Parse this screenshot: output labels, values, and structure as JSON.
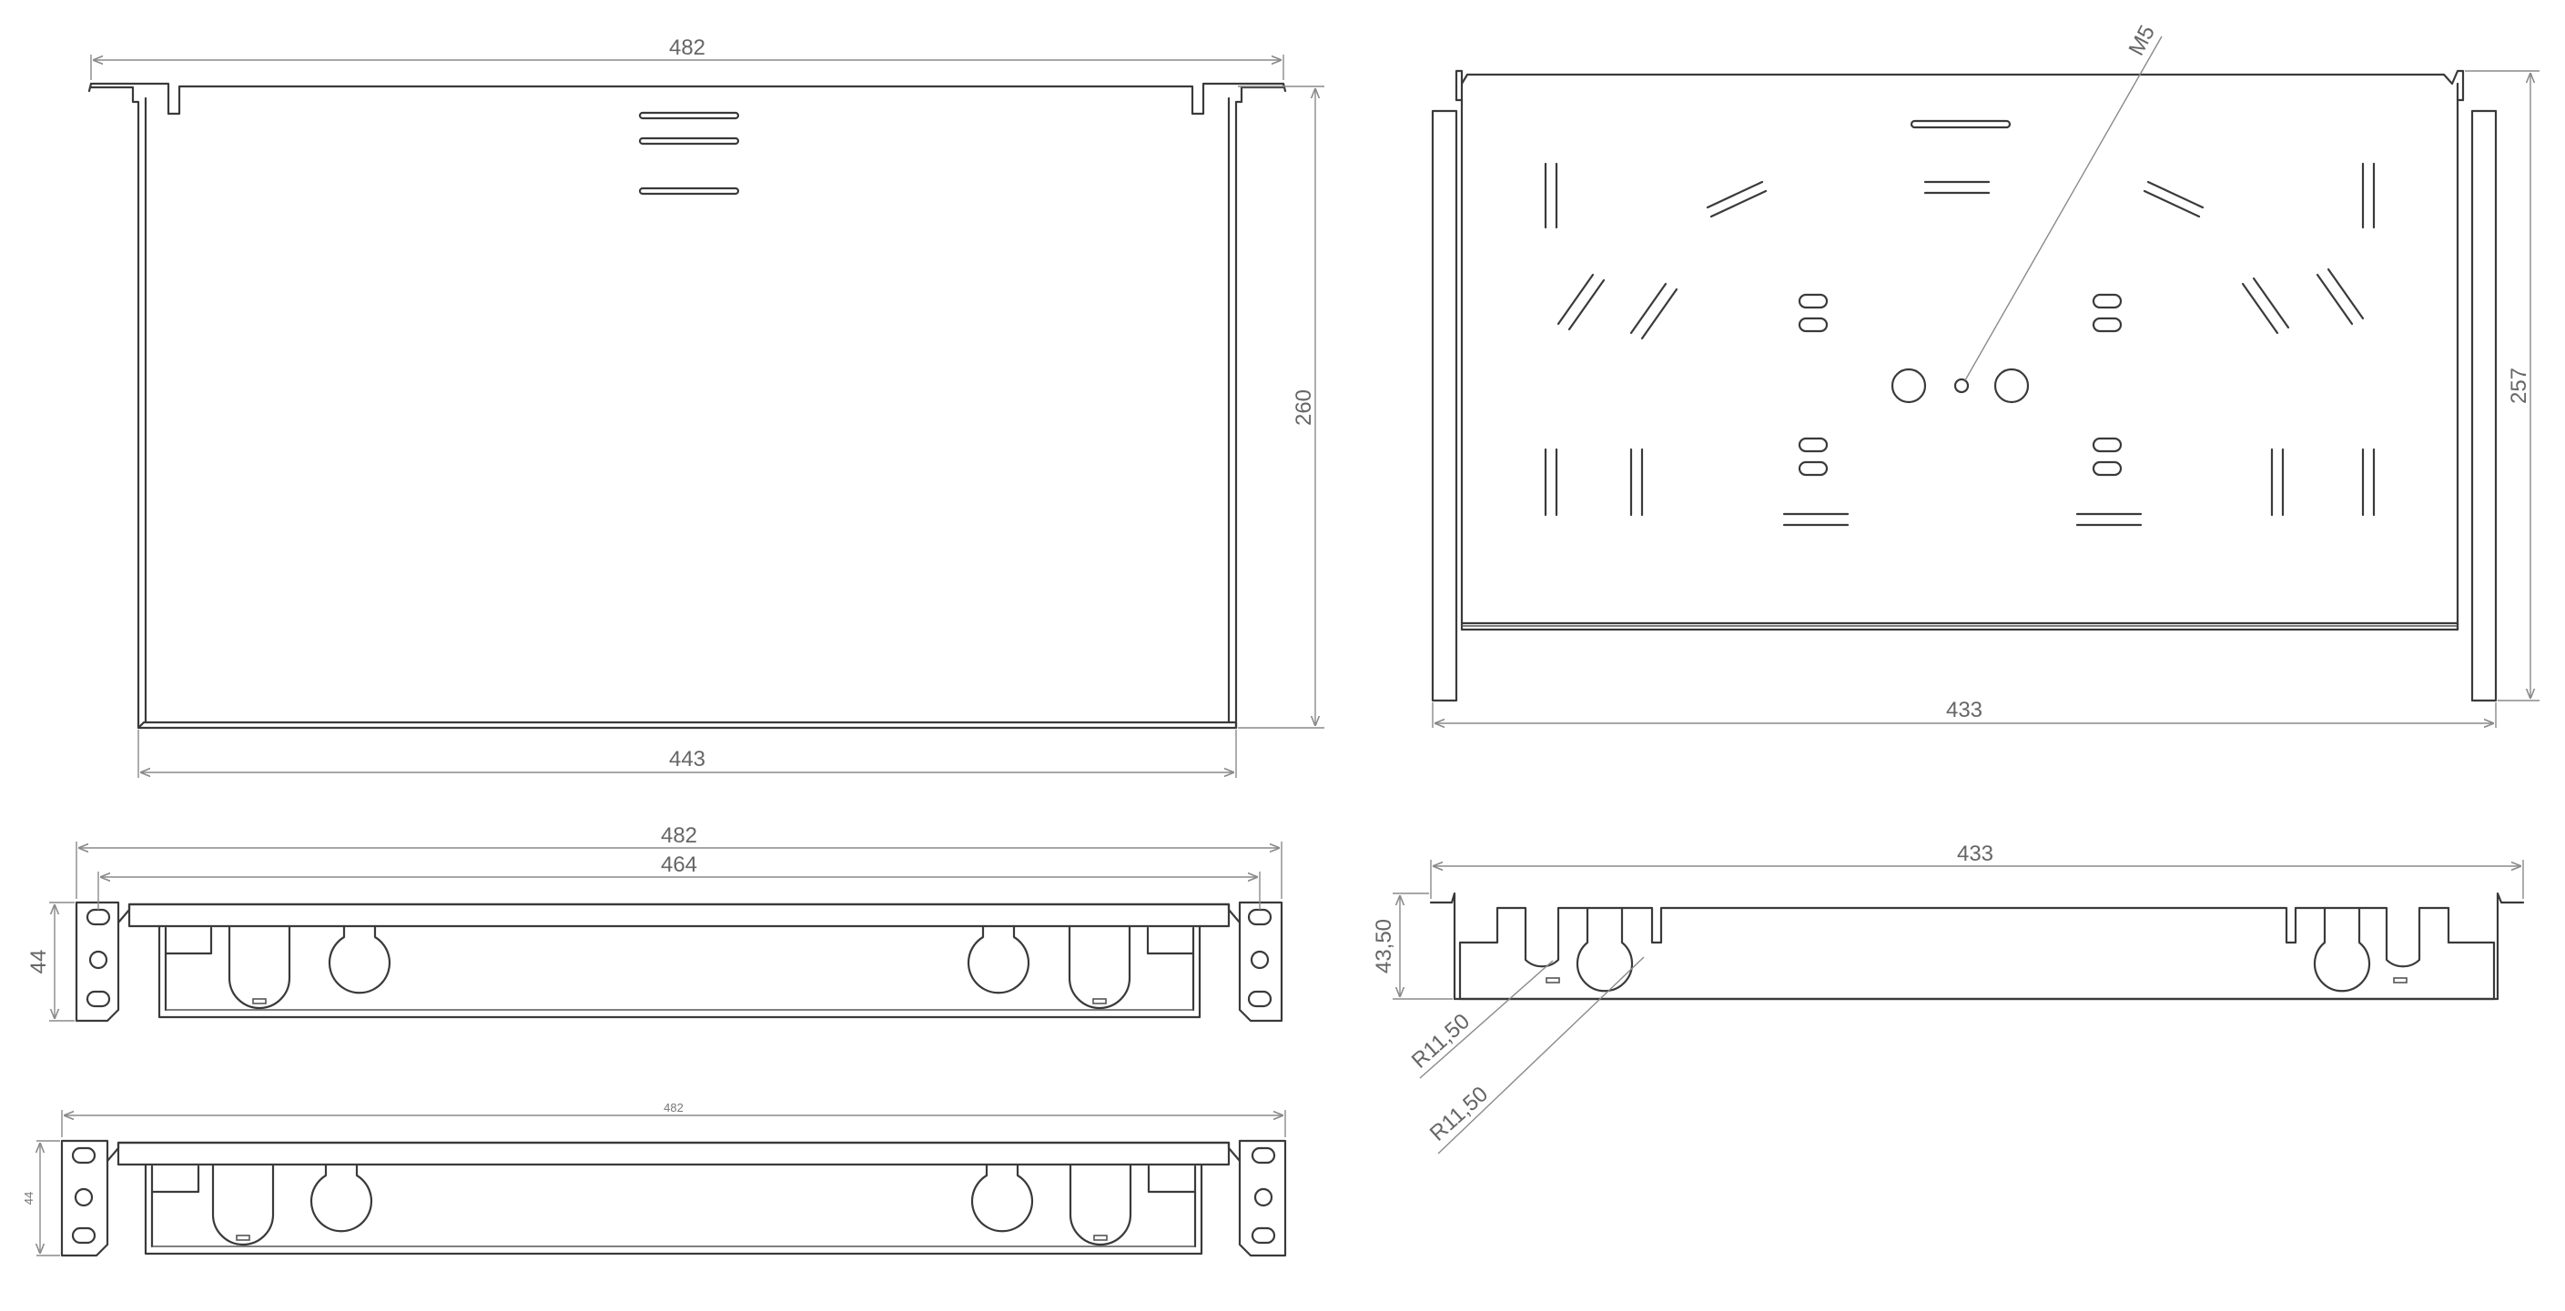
{
  "views": {
    "top_left": {
      "width_label": "482",
      "depth_label": "260",
      "inner_label": "443"
    },
    "top_right": {
      "width_label": "433",
      "depth_label": "257",
      "hole_label": "M5"
    },
    "front_left_1": {
      "width_label": "482",
      "inner_label": "464",
      "height_label": "44"
    },
    "front_left_2": {
      "width_label": "482",
      "height_label": "44"
    },
    "front_right": {
      "width_label": "433",
      "height_label": "43,50",
      "radius_label_1": "R11,50",
      "radius_label_2": "R11,50"
    }
  },
  "colors": {
    "outline": "#3a3a3a",
    "dimension": "#8a8a8a",
    "text": "#666666",
    "background": "#ffffff"
  }
}
